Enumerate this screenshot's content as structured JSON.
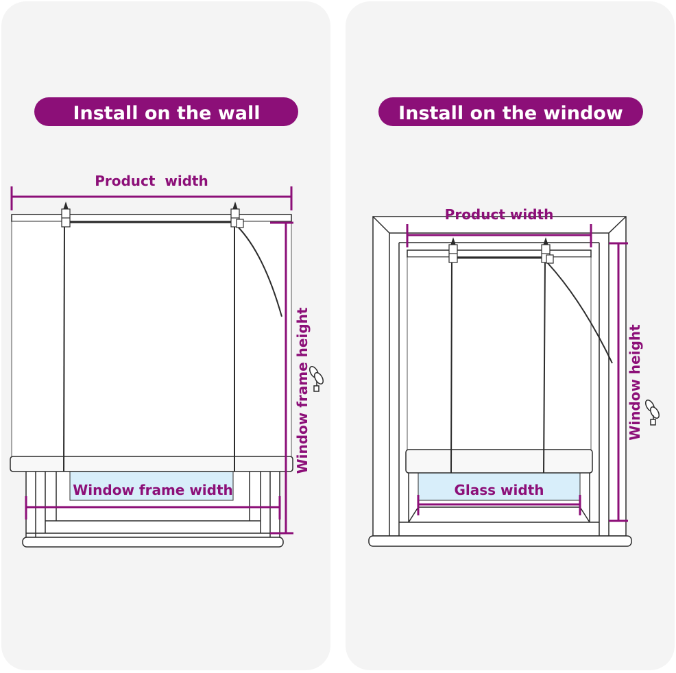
{
  "colors": {
    "accent": "#8c0f78",
    "panel": "#f4f4f4",
    "line": "#2b2b2b",
    "glass": "#d8eefa"
  },
  "left_panel": {
    "title": "Install on the wall",
    "product_width": "Product  width",
    "frame_height": "Window frame height",
    "frame_width": "Window frame width"
  },
  "right_panel": {
    "title": "Install on the window",
    "product_width": "Product width",
    "window_height": "Window height",
    "glass_width": "Glass width"
  }
}
